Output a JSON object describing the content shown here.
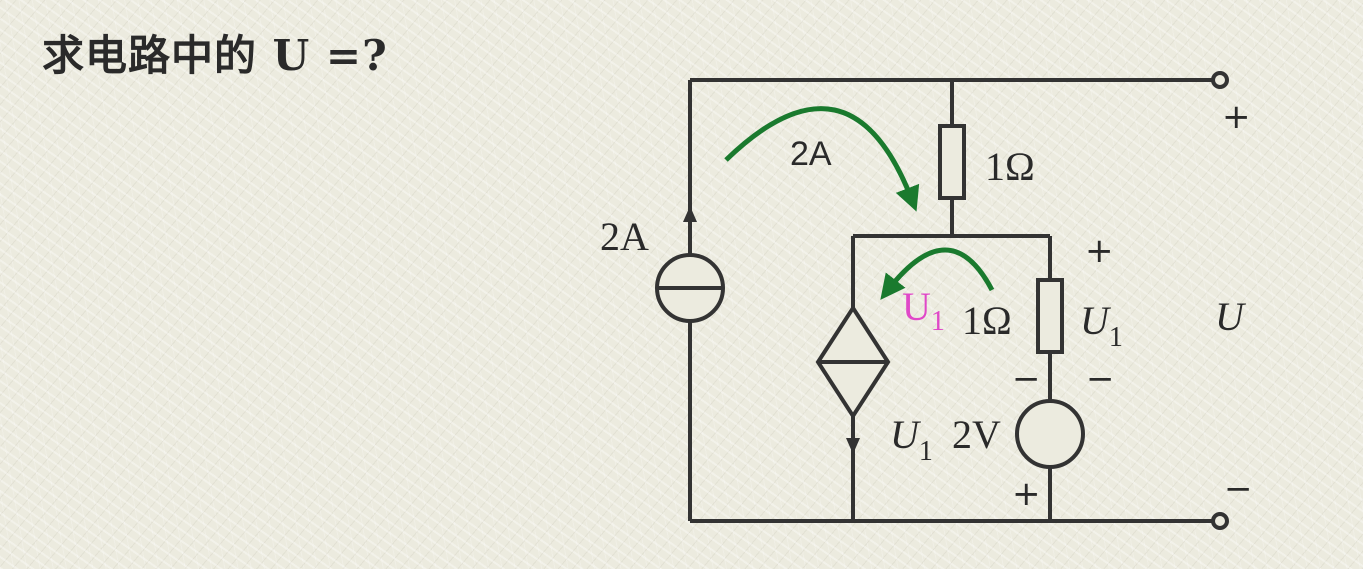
{
  "title": "求电路中的 U =?",
  "labels": {
    "current_source": "2A",
    "loop_current": "2A",
    "r_top": "1Ω",
    "r_mid": "1Ω",
    "u1_var": "U",
    "u1_sub": "1",
    "loop_voltage_var": "U",
    "loop_voltage_sub": "1",
    "dep_var": "U",
    "dep_sub": "1",
    "v_source": "2V",
    "output_var": "U",
    "plus": "+",
    "minus": "−"
  },
  "colors": {
    "wire": "#333333",
    "arrow_green": "#1a7a2e",
    "annotation_pink": "#e048c8",
    "output_brown": "#8b2a10"
  }
}
